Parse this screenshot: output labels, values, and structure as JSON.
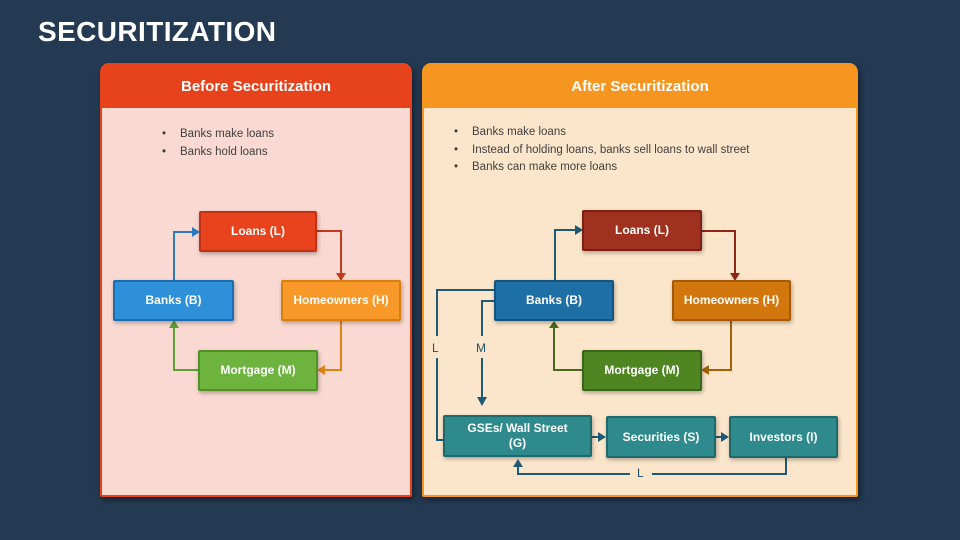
{
  "slide": {
    "title": "SECURITIZATION"
  },
  "palette": {
    "background": "#243A53",
    "before_accent": "#E6421C",
    "before_body": "#F9D9D1",
    "after_accent": "#F6951F",
    "after_body": "#FBE6CB",
    "teal_node": "#2E8A8C",
    "flow_line_teal": "#1E5A75",
    "text_dark": "#3F3F3F"
  },
  "before_panel": {
    "header": "Before Securitization",
    "bullets": [
      "Banks make loans",
      "Banks hold loans"
    ],
    "nodes": {
      "loans": "Loans (L)",
      "banks": "Banks (B)",
      "homeowners": "Homeowners (H)",
      "mortgage": "Mortgage (M)"
    }
  },
  "after_panel": {
    "header": "After Securitization",
    "bullets": [
      "Banks make loans",
      "Instead of holding loans, banks sell loans to wall street",
      "Banks can make more loans"
    ],
    "nodes": {
      "loans": "Loans (L)",
      "banks": "Banks (B)",
      "homeowners": "Homeowners (H)",
      "mortgage": "Mortgage (M)",
      "gses_line1": "GSEs/ Wall Street",
      "gses_line2": "(G)",
      "securities": "Securities (S)",
      "investors": "Investors (I)"
    },
    "flow_labels": {
      "l_left": "L",
      "m_left": "M",
      "l_bottom": "L"
    }
  }
}
